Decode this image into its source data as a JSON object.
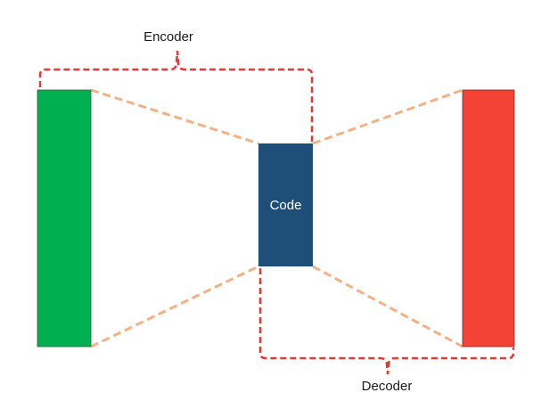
{
  "diagram": {
    "encoder_label": "Encoder",
    "decoder_label": "Decoder",
    "code_label": "Code"
  },
  "colors": {
    "input_block": "#00b050",
    "output_block": "#f44336",
    "code_block": "#1f4e79",
    "connector_lines": "#f4b183",
    "brackets": "#e53935"
  }
}
